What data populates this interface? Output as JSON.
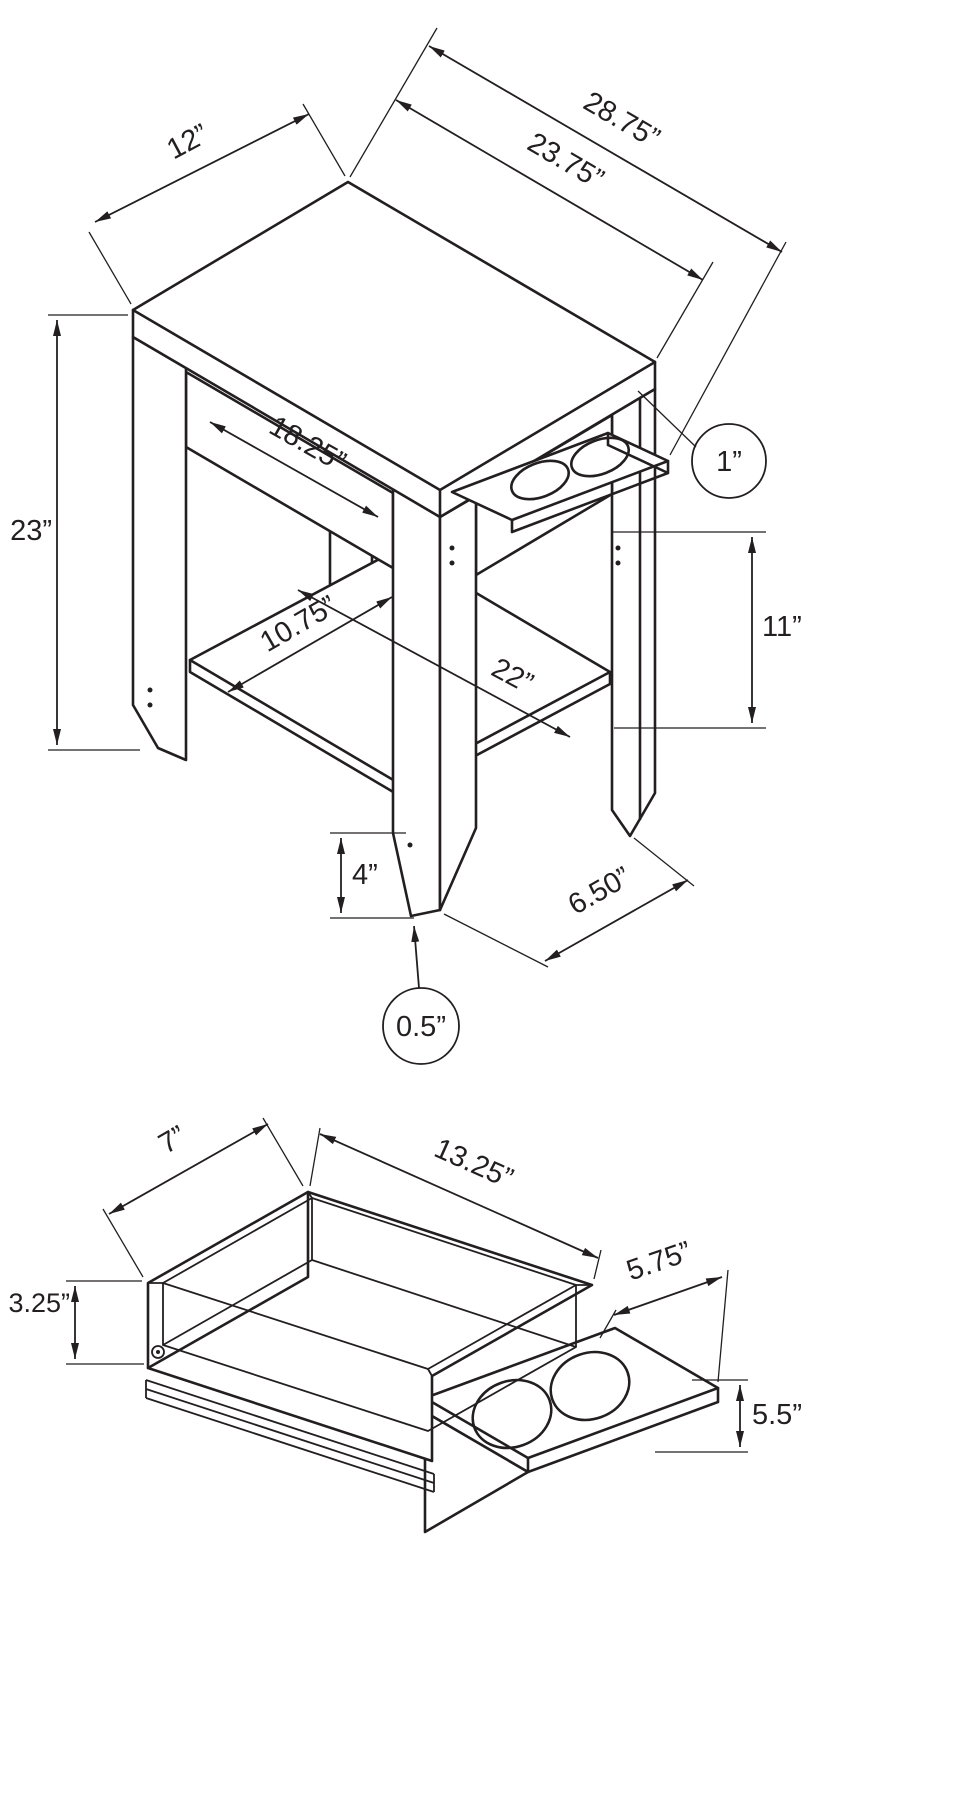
{
  "page": {
    "background": "#ffffff",
    "line_color": "#231f20",
    "description": "Dimension diagram of accent side table with pull-out glass holder tray"
  },
  "table_view": {
    "dimensions": {
      "top_width": "12”",
      "overall_depth": "28.75”",
      "top_depth": "23.75”",
      "overall_height": "23”",
      "apron_length": "18.25”",
      "top_thickness": "1”",
      "shelf_clearance": "11”",
      "shelf_width": "10.75”",
      "shelf_length": "22”",
      "foot_height": "4”",
      "foot_spacing": "6.50”",
      "foot_tip": "0.5”"
    }
  },
  "tray_view": {
    "dimensions": {
      "drawer_width": "7”",
      "drawer_length": "13.25”",
      "tray_width": "5.75”",
      "drawer_height": "3.25”",
      "tray_drop": "5.5”"
    }
  }
}
